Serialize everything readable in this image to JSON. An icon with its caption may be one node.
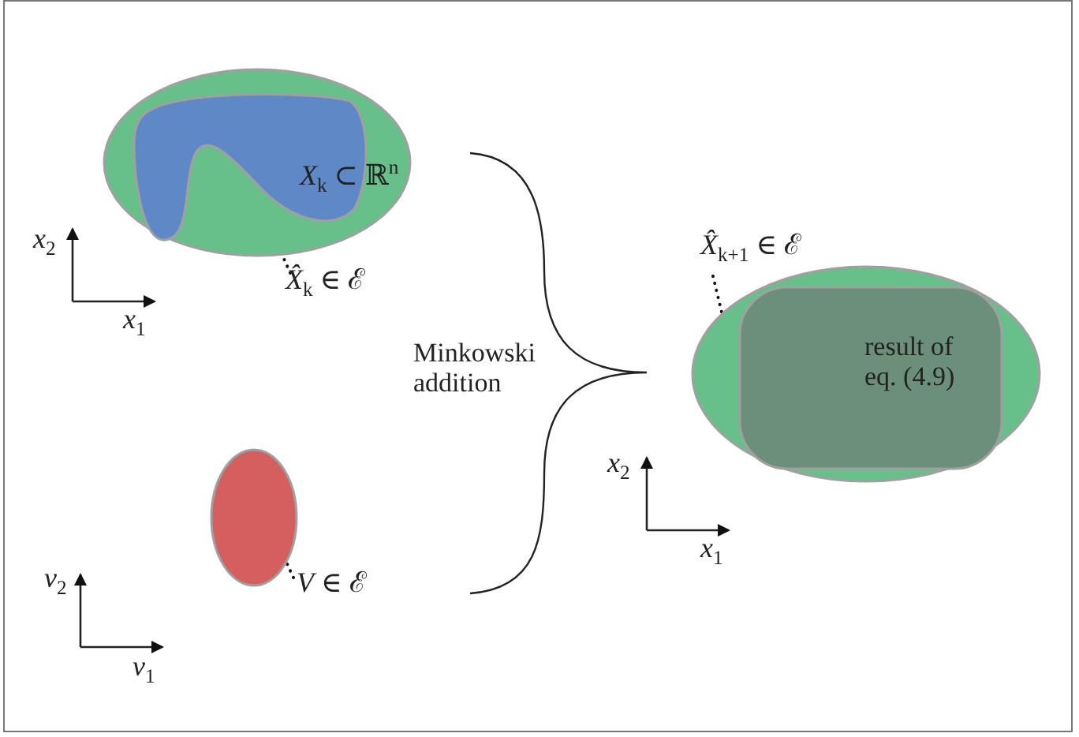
{
  "diagram": {
    "nodes": [
      {
        "text": [],
        "shape": "ellipse"
      },
      {
        "text": [],
        "shape": "blob",
        "in": 0
      },
      {
        "text": [
          "*X̂*$_{k}$ ∈ ℰ"
        ]
      },
      {
        "text": [],
        "shape": "ellipse"
      },
      {
        "text": [
          "*V* ∈ ℰ"
        ]
      },
      {
        "text": [],
        "shape": "ellipse"
      },
      {
        "text": [
          "result of eq. (4.9)"
        ],
        "in": 5
      },
      {
        "text": [
          "*X̂*$_{k+1}$ ∈ ℰ"
        ]
      }
    ],
    "edges": [
      {
        "from": 2,
        "to": 0,
        "arrow": "none",
        "style": "dashed"
      },
      {
        "from": 4,
        "to": 3,
        "arrow": "none",
        "style": "dashed"
      },
      {
        "from": 7,
        "to": 5,
        "arrow": "none",
        "style": "dashed"
      }
    ],
    "labels": [
      "*X*$_{k}$ ⊂ ℝ$^{n}$",
      "*x*$_{2}$",
      "*x*$_{1}$",
      "Minkowski addition",
      "*x*$_{2}$",
      "*x*$_{1}$",
      "*v*$_{2}$",
      "*v*$_{1}$"
    ]
  }
}
